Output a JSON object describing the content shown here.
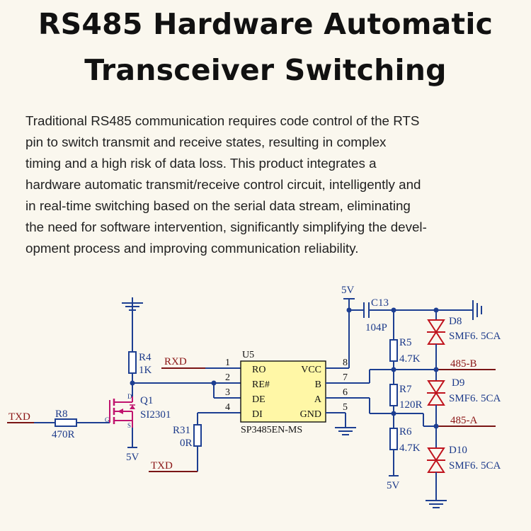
{
  "title": {
    "line1": "RS485 Hardware Automatic",
    "line2": "Transceiver Switching"
  },
  "description": [
    "Traditional RS485 communication requires code control of the RTS",
    "pin to switch transmit and receive states, resulting in complex",
    "timing and a high risk of data loss. This product integrates a",
    "hardware automatic transmit/receive control circuit, intelligently and",
    "in real-time switching based on the serial data stream, eliminating",
    "the need for software intervention, significantly simplifying the devel-",
    "opment process and improving communication reliability."
  ],
  "schematic": {
    "nets": {
      "txd_in": "TXD",
      "txd_lower": "TXD",
      "rxd": "RXD",
      "bus_b": "485-B",
      "bus_a": "485-A",
      "power_q1": "5V",
      "power_top": "5V",
      "power_bottom": "5V"
    },
    "components": {
      "r4": {
        "ref": "R4",
        "value": "1K"
      },
      "r8": {
        "ref": "R8",
        "value": "470R"
      },
      "q1": {
        "ref": "Q1",
        "value": "SI2301",
        "pin_d": "D",
        "pin_g": "G",
        "pin_s": "S"
      },
      "r31": {
        "ref": "R31",
        "value": "0R"
      },
      "c13": {
        "ref": "C13",
        "value": "104P"
      },
      "r5": {
        "ref": "R5",
        "value": "4.7K"
      },
      "r7": {
        "ref": "R7",
        "value": "120R"
      },
      "r6": {
        "ref": "R6",
        "value": "4.7K"
      },
      "d8": {
        "ref": "D8",
        "value": "SMF6. 5CA"
      },
      "d9": {
        "ref": "D9",
        "value": "SMF6. 5CA"
      },
      "d10": {
        "ref": "D10",
        "value": "SMF6. 5CA"
      }
    },
    "u5": {
      "ref": "U5",
      "part": "SP3485EN-MS",
      "left_pins": [
        {
          "num": "1",
          "name": "RO"
        },
        {
          "num": "2",
          "name": "RE#"
        },
        {
          "num": "3",
          "name": "DE"
        },
        {
          "num": "4",
          "name": "DI"
        }
      ],
      "right_pins": [
        {
          "num": "8",
          "name": "VCC"
        },
        {
          "num": "7",
          "name": "B"
        },
        {
          "num": "6",
          "name": "A"
        },
        {
          "num": "5",
          "name": "GND"
        }
      ]
    }
  },
  "colors": {
    "background": "#faf7ee",
    "wire": "#1d3f92",
    "net_label": "#8a1414",
    "ic_fill": "#fff7a6",
    "tvs": "#c0141e",
    "mosfet": "#c0146e"
  }
}
